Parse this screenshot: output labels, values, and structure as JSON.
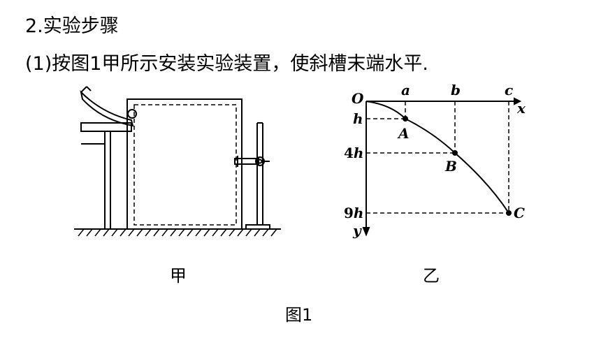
{
  "section": {
    "heading": "2.实验步骤",
    "step1": "(1)按图1甲所示安装实验装置，使斜槽末端水平."
  },
  "figure": {
    "caption_left": "甲",
    "caption_right": "乙",
    "caption": "图1"
  },
  "graph": {
    "origin": "O",
    "x_axis": "x",
    "y_axis": "y",
    "x_ticks": [
      "a",
      "b",
      "c"
    ],
    "y_tick_h": "h",
    "y_tick_4_prefix": "4",
    "y_tick_9_prefix": "9",
    "y_tick_var": "h",
    "points": [
      "A",
      "B",
      "C"
    ]
  }
}
